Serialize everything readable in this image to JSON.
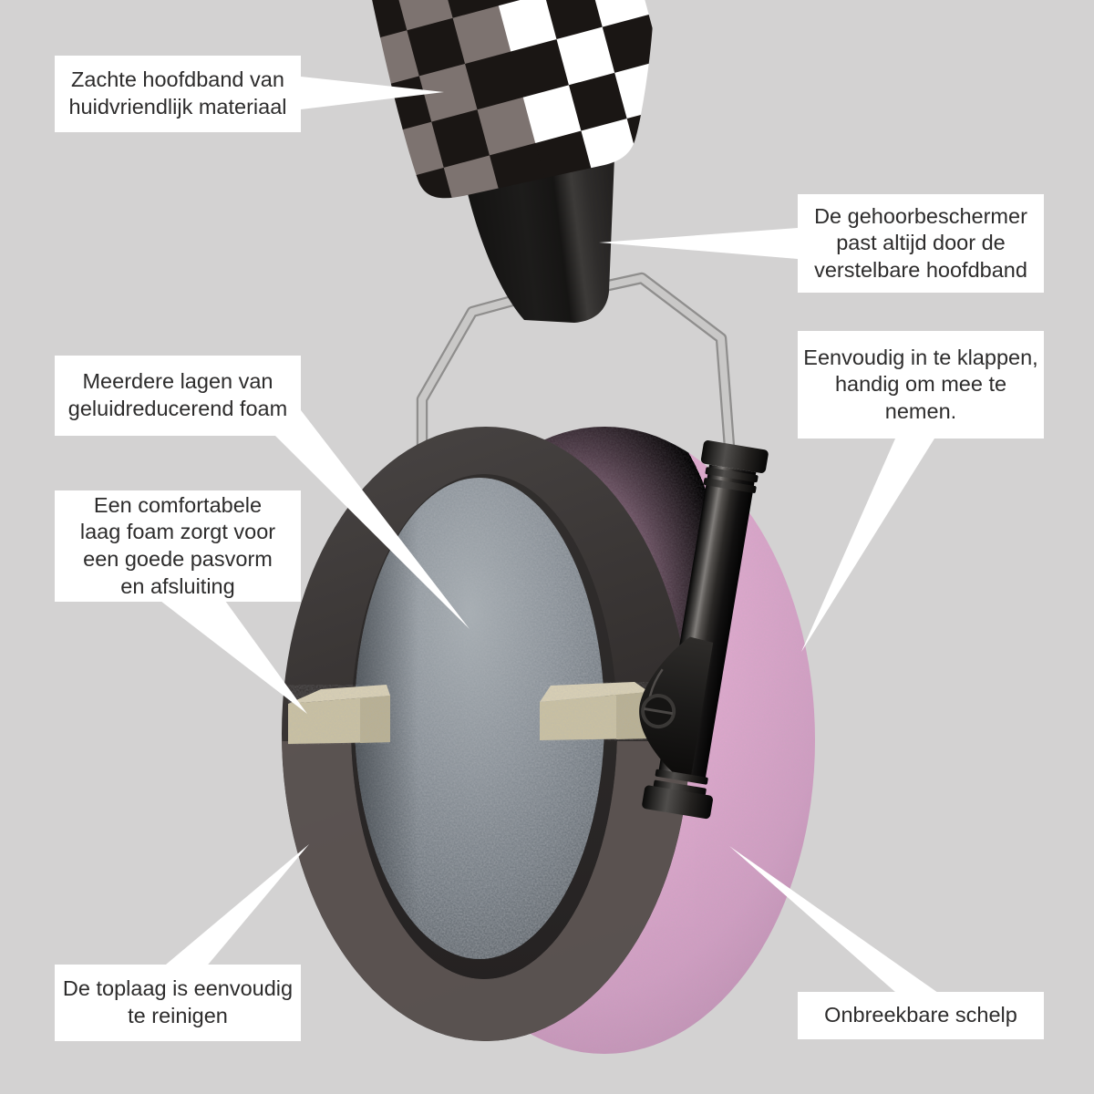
{
  "illustration": {
    "subject": "gehoorbeschermer cutaway diagram (ear muff hearing protector)",
    "colors": {
      "background": "#d3d2d2",
      "band_black": "#1a1614",
      "band_taupe": "#7d7370",
      "band_white": "#ffffff",
      "strap_dark": "#1d1c1b",
      "wire_gray": "#c9c8c7",
      "wire_edge": "#8f8e8d",
      "shell_pink": "#d9a4cb",
      "cushion_dark": "#383433",
      "cushion_cut_light": "#5f5755",
      "foam_gray": "#82898f",
      "comfort_foam_tan": "#c9c0a2",
      "comfort_foam_top": "#d8cfb4",
      "comfort_foam_side": "#b9b093",
      "rod_black": "#1d1b1a",
      "label_bg": "#ffffff",
      "label_text": "#2d2c2c"
    }
  },
  "labels": [
    {
      "id": "headband",
      "lines": [
        "Zachte hoofdband van",
        "huidvriendlijk materiaal"
      ]
    },
    {
      "id": "adjustable",
      "lines": [
        "De gehoorbeschermer",
        "past altijd door de",
        "verstelbare hoofdband"
      ]
    },
    {
      "id": "foldable",
      "lines": [
        "Eenvoudig in te klappen,",
        "handig om mee te",
        "nemen."
      ]
    },
    {
      "id": "layers",
      "lines": [
        "Meerdere lagen van",
        "geluidreducerend foam"
      ]
    },
    {
      "id": "comfort",
      "lines": [
        "Een comfortabele",
        "laag foam zorgt voor",
        "een goede pasvorm",
        "en afsluiting"
      ]
    },
    {
      "id": "toplayer",
      "lines": [
        "De toplaag is eenvoudig",
        "te reinigen"
      ]
    },
    {
      "id": "shell",
      "lines": [
        "Onbreekbare schelp"
      ]
    }
  ]
}
